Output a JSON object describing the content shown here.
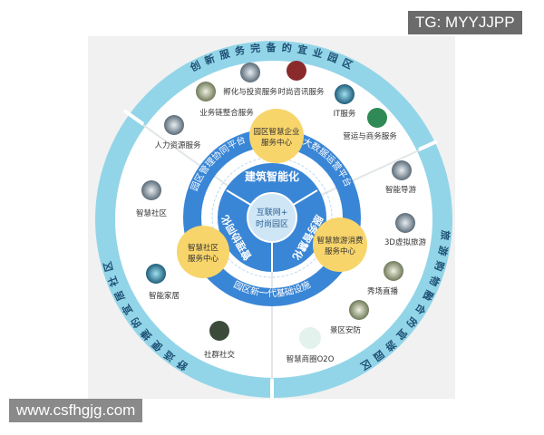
{
  "watermarks": {
    "top_right": "TG: MYYJJPP",
    "bottom_left": "www.csfhgjg.com"
  },
  "outer_ring": {
    "top": "创新服务完备的宜业园区",
    "left": "舒适便捷的宜居社区",
    "right": "旅游购物融合的宜游园区"
  },
  "middle_ring": {
    "left_arc": "园区管理协同平台",
    "right_arc": "大数据运营平台",
    "bottom_arc": "园区新一代基础设施"
  },
  "centers": [
    {
      "line1": "园区智慧企业",
      "line2": "服务中心"
    },
    {
      "line1": "智慧社区",
      "line2": "服务中心"
    },
    {
      "line1": "智慧旅游消费",
      "line2": "服务中心"
    }
  ],
  "core_sectors": {
    "top": "建筑智能化",
    "right": "服务智慧化",
    "left": "管理协同化"
  },
  "core": {
    "line1": "互联网+",
    "line2": "时尚园区"
  },
  "services": [
    {
      "label": "业务链整合服务",
      "icon": "network-icon"
    },
    {
      "label": "孵化与投资服务",
      "icon": "incubator-icon"
    },
    {
      "label": "时尚咨讯服务",
      "icon": "meeting-icon"
    },
    {
      "label": "IT服务",
      "icon": "tech-icon"
    },
    {
      "label": "营运与商务服务",
      "icon": "globe-icon"
    },
    {
      "label": "人力资源服务",
      "icon": "people-icon"
    },
    {
      "label": "智慧社区",
      "icon": "community-icon"
    },
    {
      "label": "智能家居",
      "icon": "home-icon"
    },
    {
      "label": "社群社交",
      "icon": "social-icon"
    },
    {
      "label": "智能导游",
      "icon": "guide-icon"
    },
    {
      "label": "3D虚拟旅游",
      "icon": "vr-tour-icon"
    },
    {
      "label": "秀场直播",
      "icon": "live-stream-icon"
    },
    {
      "label": "景区安防",
      "icon": "security-icon"
    },
    {
      "label": "智慧商圈O2O",
      "icon": "o2o-icon"
    }
  ],
  "colors": {
    "outer_ring": "#93d5e8",
    "blue": "#3a86d6",
    "yellow": "#f8d56b",
    "background": "#f1f1f1"
  }
}
